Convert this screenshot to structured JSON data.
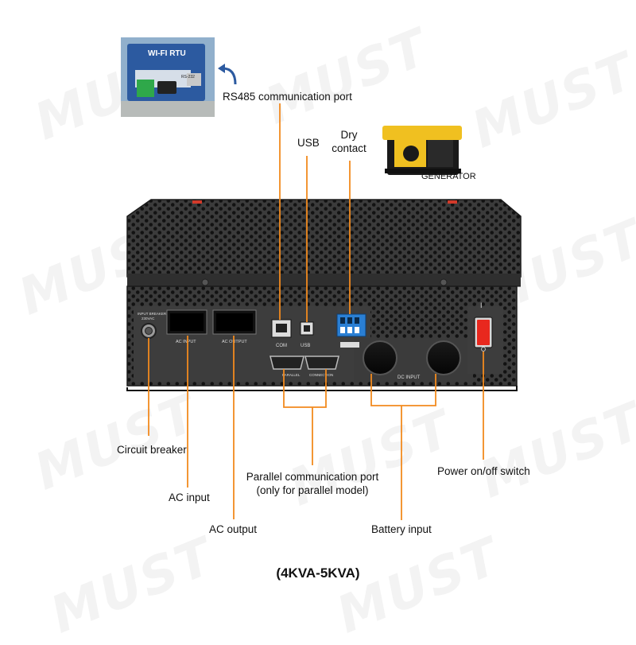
{
  "watermark": {
    "text": "MUST"
  },
  "wifi_module": {
    "title": "WI-FI RTU",
    "port_label": "RS-232"
  },
  "generator": {
    "label": "GENERATOR"
  },
  "panel": {
    "input_breaker_label": "INPUT BREAKER",
    "input_breaker_rating": "230VAC",
    "ac_input_label": "AC INPUT",
    "ac_output_label": "AC OUTPUT",
    "com_label": "COM",
    "usb_label": "USB",
    "parallel_label": "PARALLEL",
    "connection_label": "CONNECTION",
    "dc_input_label": "DC INPUT",
    "switch_mark": "I"
  },
  "callouts": {
    "rs485": "RS485 communication port",
    "usb": "USB",
    "dry_contact_line1": "Dry",
    "dry_contact_line2": "contact",
    "circuit_breaker": "Circuit breaker",
    "ac_input": "AC input",
    "ac_output": "AC output",
    "parallel_line1": "Parallel communication port",
    "parallel_line2": "(only for parallel model)",
    "battery_input": "Battery input",
    "power_switch": "Power on/off switch"
  },
  "model": "(4KVA-5KVA)",
  "colors": {
    "leader": "#f28a1e",
    "panel": "#3a3a3a",
    "panel_dark": "#222222",
    "terminal": "#2a7fd4",
    "switch": "#e8281e",
    "wifi_box": "#2c5aa0"
  }
}
